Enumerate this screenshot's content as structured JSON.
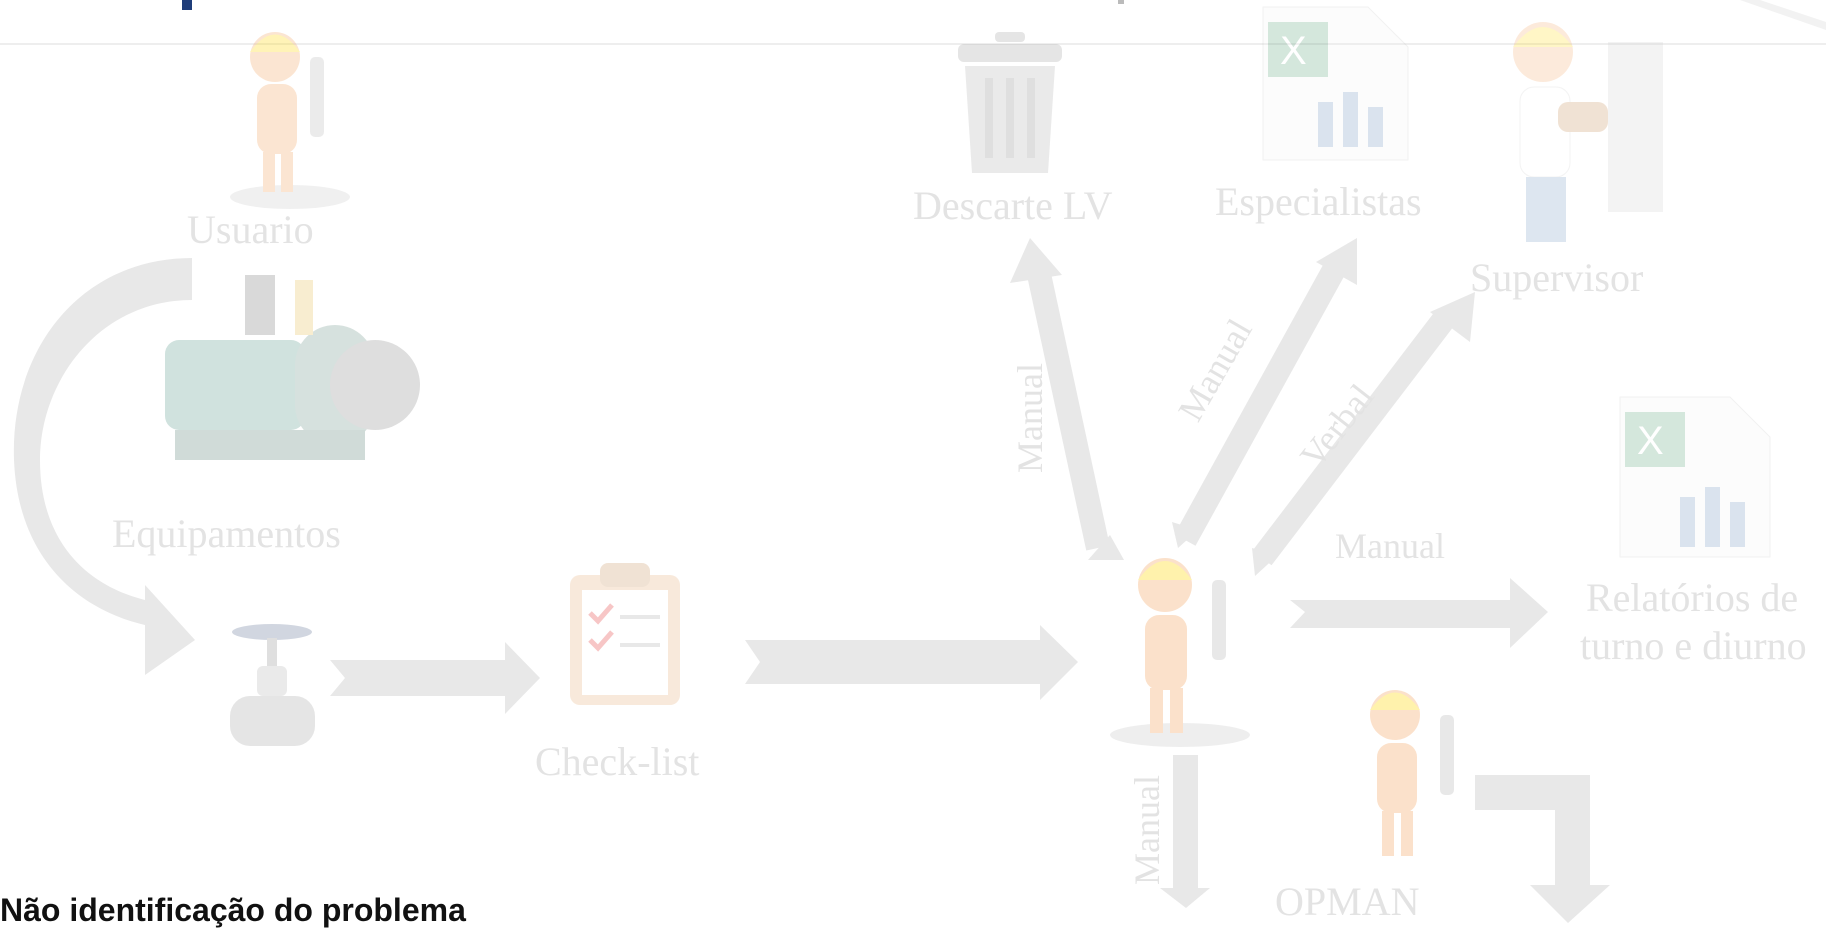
{
  "nodes": {
    "usuario": "Usuario",
    "equipamentos": "Equipamentos",
    "check_list": "Check-list",
    "descarte_lv": "Descarte LV",
    "especialistas": "Especialistas",
    "supervisor": "Supervisor",
    "relatorios_line1": "Relatórios de",
    "relatorios_line2": "turno e diurno",
    "opman": "OPMAN"
  },
  "edge_labels": {
    "to_descarte": "Manual",
    "to_especialistas": "Manual",
    "to_supervisor": "Verbal",
    "to_relatorios": "Manual",
    "to_opman": "Manual"
  },
  "footer": {
    "text": "Não identificação do problema"
  },
  "icons": {
    "usuario": "worker-icon",
    "equipamentos": "machine-icon",
    "valve": "valve-icon",
    "check_list": "clipboard-icon",
    "descarte_lv": "trash-can-icon",
    "especialistas": "excel-file-icon",
    "supervisor": "supervisor-icon",
    "relatorios": "excel-file-icon",
    "operator": "worker-icon",
    "opman": "worker-icon"
  },
  "colors": {
    "arrow": "#e8e8e8",
    "label": "#e3e3e3",
    "title_blue": "#1f3d7a",
    "footer_text": "#111111"
  }
}
